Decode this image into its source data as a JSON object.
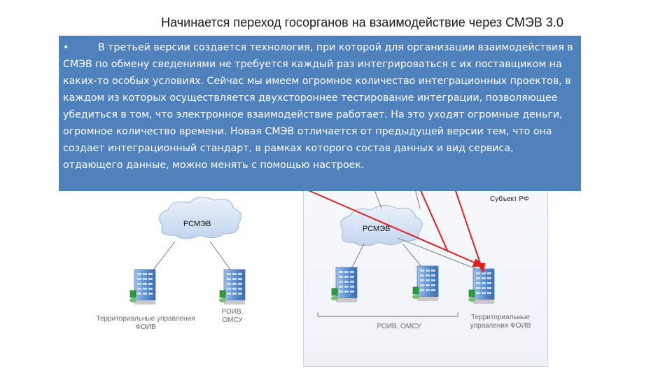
{
  "slide": {
    "title": "Начинается переход госорганов на взаимодействие через СМЭВ 3.0",
    "bullet_symbol": "•",
    "paragraph": "В третьей версии создается технология, при которой для организации взаимодействия в СМЭВ по обмену сведениями не требуется каждый раз интегрироваться с их поставщиком на каких-то особых условиях. Сейчас мы имеем огромное количество интеграционных проектов, в каждом из которых осуществляется двухстороннее тестирование интеграции, позволяющее убедиться в том, что электронное взаимодействие работает. На это уходят огромные деньги, огромное количество времени. Новая СМЭВ отличается от предыдущей версии тем, что она создает интеграционный стандарт, в рамках которого состав данных и вид сервиса, отдающего данные, можно менять с помощью настроек."
  },
  "diagram": {
    "subject_label": "Субъект РФ",
    "left_cloud": "РСМЭВ",
    "right_cloud": "РСМЭВ",
    "left_nodes": [
      {
        "label_line1": "Территориальные управления",
        "label_line2": "ФОИВ"
      },
      {
        "label_line1": "РОИВ,",
        "label_line2": "ОМСУ"
      }
    ],
    "right_nodes": [
      {
        "label_line1": "РОИВ, ОМСУ",
        "label_line2": ""
      },
      {
        "label_line1": "Территориальные",
        "label_line2": "управления ФОИВ"
      }
    ],
    "colors": {
      "textbox_bg": "#4f81bd",
      "arrow": "#e02020",
      "cloud_fill": "#d6e3f3",
      "building": "#6f9fd8"
    }
  }
}
